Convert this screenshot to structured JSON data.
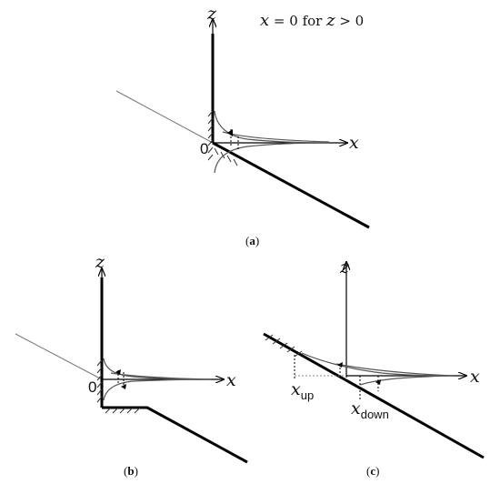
{
  "panel_a": {
    "z_label": "z",
    "x_label": "x",
    "origin_label": "0",
    "condition": {
      "x": "x",
      "eq": " = 0 for ",
      "z": "z",
      "gt": " > 0"
    },
    "caption": {
      "open": "(",
      "letter": "a",
      "close": ")"
    }
  },
  "panel_b": {
    "z_label": "z",
    "x_label": "x",
    "origin_label": "0",
    "caption": {
      "open": "(",
      "letter": "b",
      "close": ")"
    }
  },
  "panel_c": {
    "z_label": "z",
    "x_label": "x",
    "x_up": {
      "main": "x",
      "sub": "up"
    },
    "x_down": {
      "main": "x",
      "sub": "down"
    },
    "caption": {
      "open": "(",
      "letter": "c",
      "close": ")"
    }
  }
}
